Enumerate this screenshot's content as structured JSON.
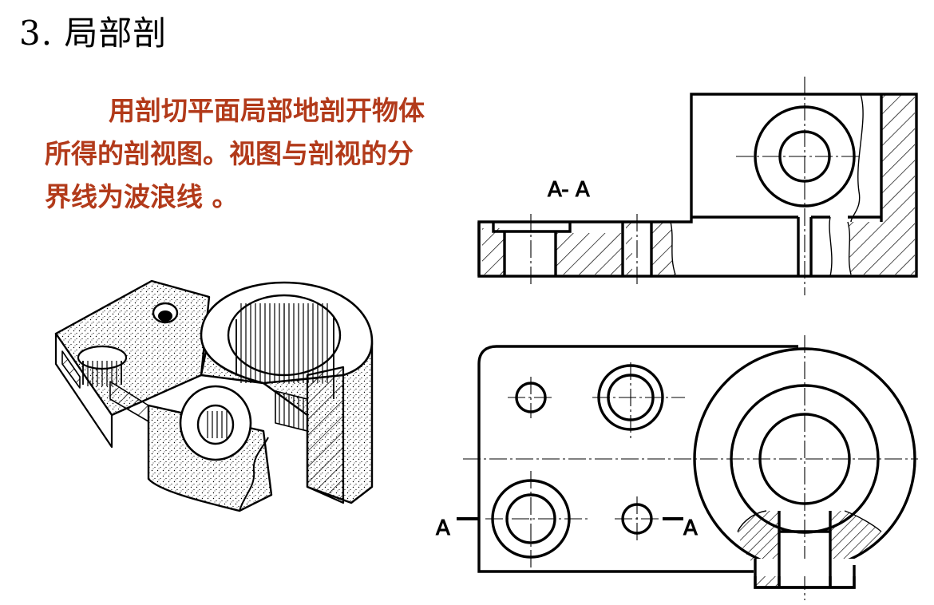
{
  "slide": {
    "title": "3.  局部剖",
    "definition_lines": [
      "用剖切平面局部地剖开物体",
      "所得的剖视图。视图与剖视的分",
      "界线为波浪线 。"
    ]
  },
  "drawing": {
    "section_label": "A- A",
    "cut_left_label": "A",
    "cut_right_label": "A"
  },
  "colors": {
    "text_accent": "#b23a1a",
    "line": "#000000",
    "background": "#ffffff"
  }
}
